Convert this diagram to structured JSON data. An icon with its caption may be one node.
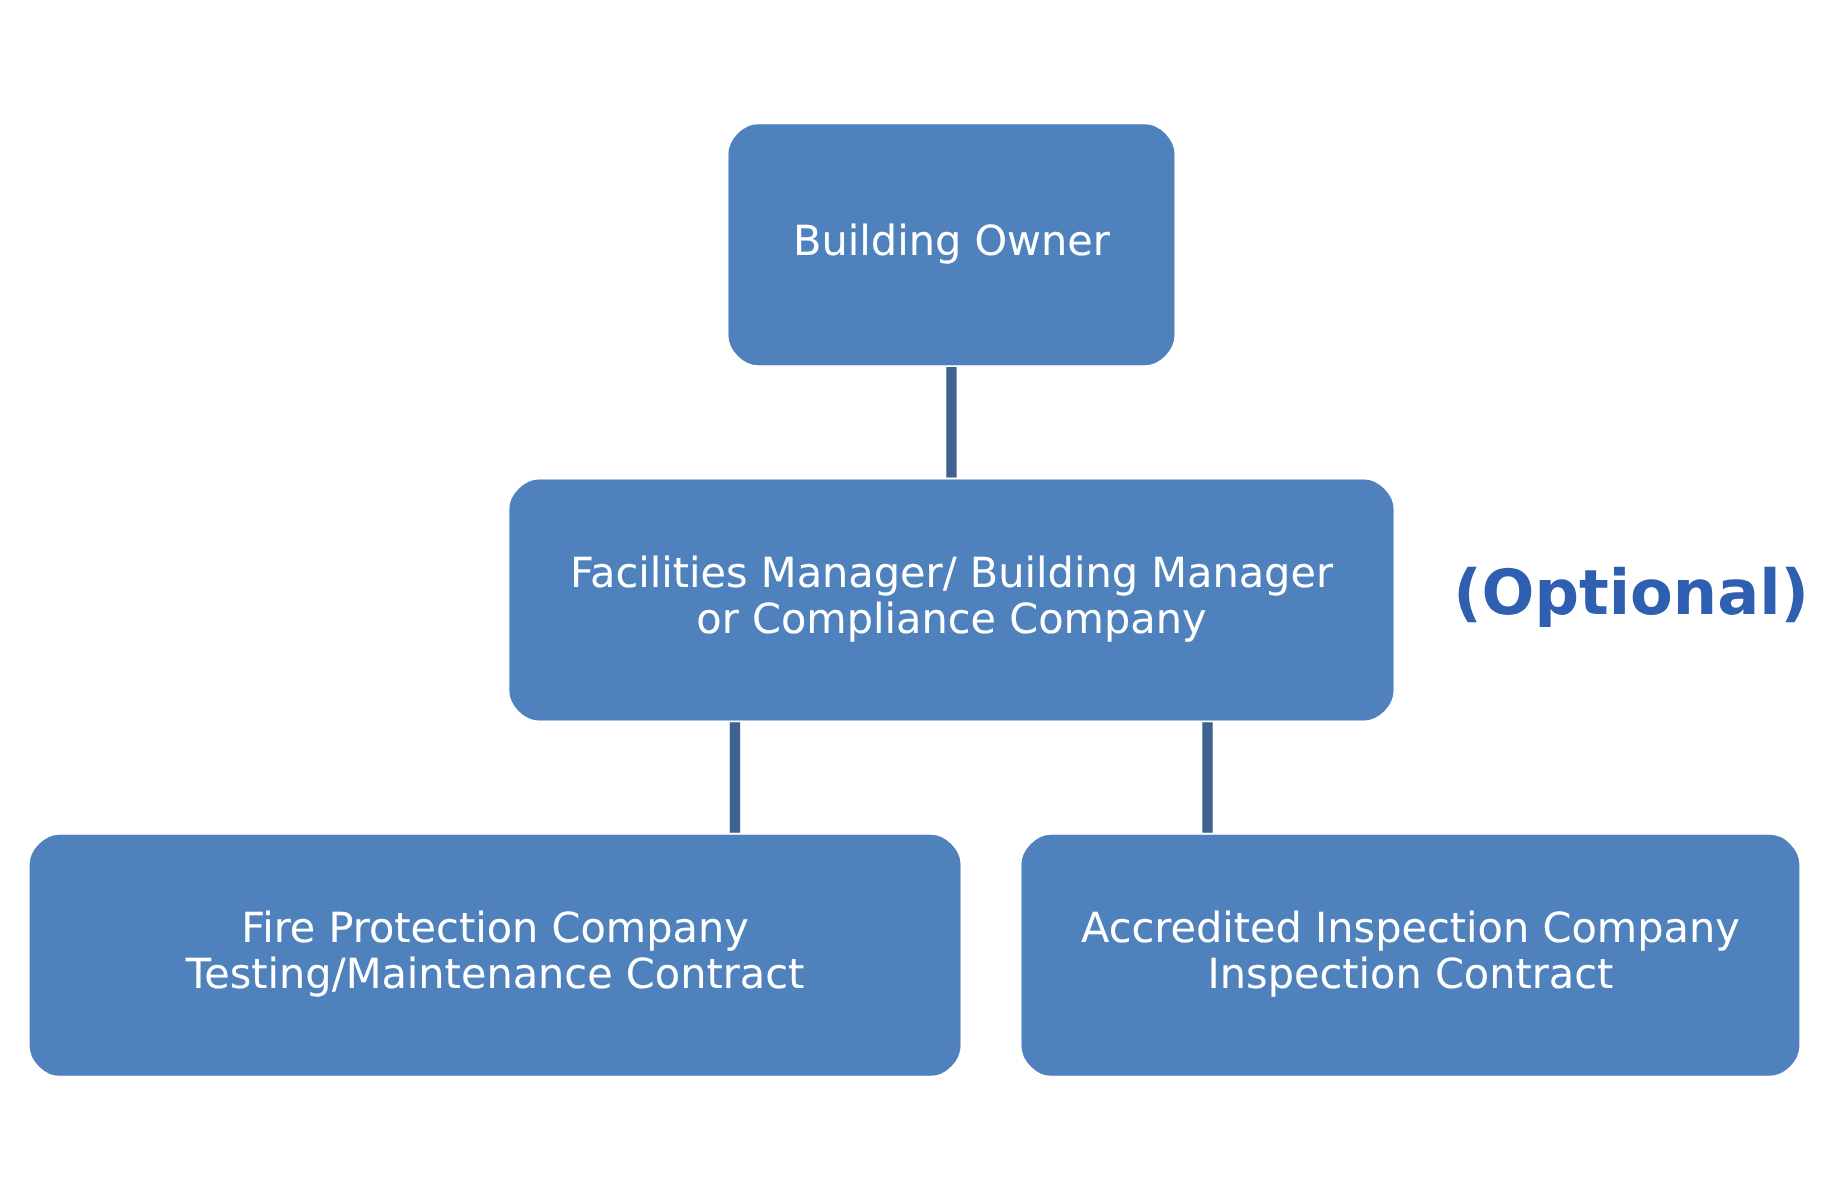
{
  "diagram": {
    "nodes": [
      {
        "text": [
          "Building Owner"
        ]
      },
      {
        "text": [
          "Facilities Manager/ Building Manager or Compliance Company"
        ],
        "beside": [
          "(Optional)"
        ]
      },
      {
        "text": [
          "Fire Protection Company",
          "Testing/Maintenance Contract"
        ]
      },
      {
        "text": [
          "Accredited Inspection Company",
          "Inspection Contract"
        ]
      }
    ],
    "edges": [
      {
        "from": 0,
        "to": 1,
        "arrow": "none"
      },
      {
        "from": 1,
        "to": 2,
        "arrow": "none"
      },
      {
        "from": 1,
        "to": 3,
        "arrow": "none"
      }
    ]
  }
}
